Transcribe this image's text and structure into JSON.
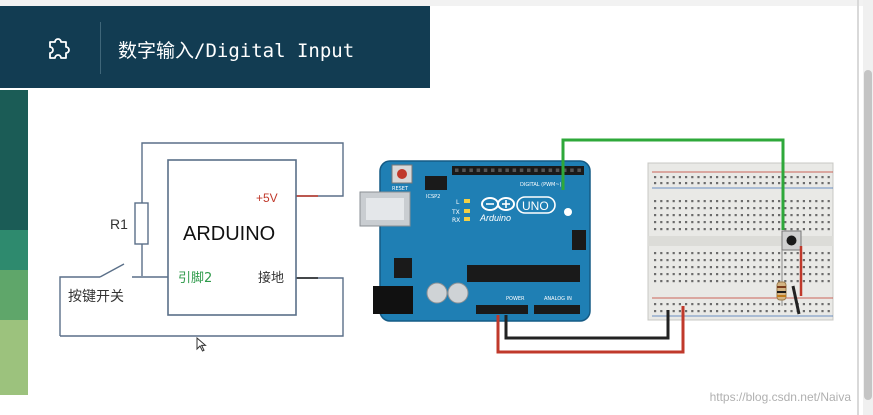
{
  "header": {
    "title": "数字输入/Digital Input",
    "icon": "puzzle-icon",
    "background": "#123c52"
  },
  "side_accent": {
    "colors": [
      "#1b5c56",
      "#2e8a6e",
      "#5fa66a",
      "#9cc27d"
    ]
  },
  "schematic": {
    "resistor_label": "R1",
    "chip_label": "ARDUINO",
    "vcc_label": "+5V",
    "pin_label": "引脚2",
    "gnd_label": "接地",
    "switch_label": "按键开关",
    "colors": {
      "wire": "#5a6f88",
      "vcc": "#c0392b",
      "pin": "#2e9a4a"
    }
  },
  "board": {
    "brand": "Arduino",
    "model": "UNO",
    "reset_label": "RESET",
    "icsp_label": "ICSP2",
    "digital_label": "DIGITAL (PWM~)",
    "power_label": "POWER",
    "analog_label": "ANALOG IN",
    "led_labels": [
      "L",
      "TX",
      "RX"
    ],
    "color": "#1f7fb4"
  },
  "wiring": {
    "signal_color": "#2ea83a",
    "power_color": "#c0392b",
    "ground_color": "#222222"
  },
  "watermark": "https://blog.csdn.net/Naiva"
}
